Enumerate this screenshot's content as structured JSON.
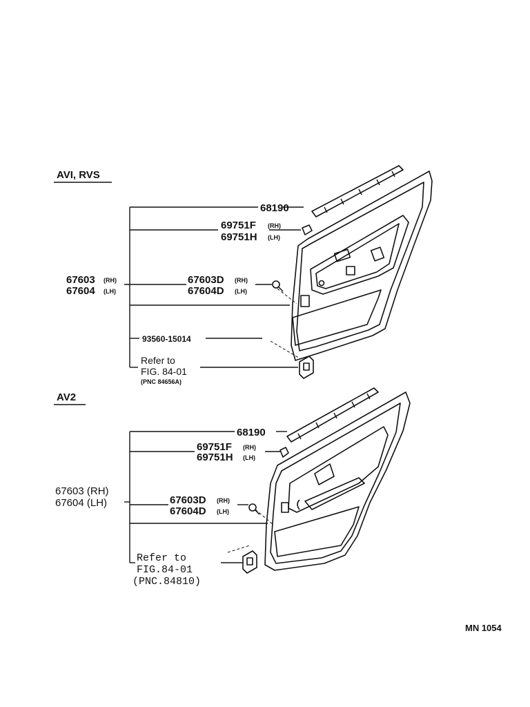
{
  "sections": [
    {
      "heading": "AVI, RVS",
      "labels": {
        "molding": "68190",
        "clip_rh": "69751F",
        "clip_rh_side": "(RH)",
        "clip_lh": "69751H",
        "clip_lh_side": "(LH)",
        "board_rh": "67603",
        "board_rh_side": "(RH)",
        "board_lh": "67604",
        "board_lh_side": "(LH)",
        "screw_rh": "67603D",
        "screw_rh_side": "(RH)",
        "screw_lh": "67604D",
        "screw_lh_side": "(LH)",
        "bolt": "93560-15014",
        "ref_line1": "Refer to",
        "ref_line2": "FIG. 84-01",
        "ref_line3": "(PNC 84656A)"
      }
    },
    {
      "heading": "AV2",
      "labels": {
        "molding": "68190",
        "clip_rh": "69751F",
        "clip_rh_side": "(RH)",
        "clip_lh": "69751H",
        "clip_lh_side": "(LH)",
        "board_rh": "67603 (RH)",
        "board_lh": "67604 (LH)",
        "screw_rh": "67603D",
        "screw_rh_side": "(RH)",
        "screw_lh": "67604D",
        "screw_lh_side": "(LH)",
        "ref_line1": "Refer to",
        "ref_line2": "FIG.84-01",
        "ref_line3": "(PNC.84810)"
      }
    }
  ],
  "footer_code": "MN  1054",
  "icons": [
    "door-trim-panel-icon",
    "belt-molding-icon",
    "clip-icon",
    "screw-icon",
    "switch-base-icon"
  ]
}
